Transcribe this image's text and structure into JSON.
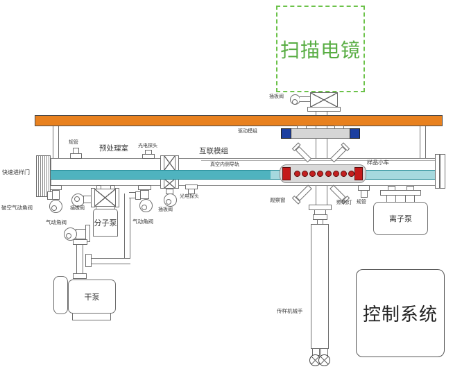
{
  "sem_box": {
    "label": "扫描电镜"
  },
  "top_gate_valve": {
    "label": "插板阀"
  },
  "drive_module": {
    "label": "驱动模组"
  },
  "main_line": {
    "door_label": "快速进样门",
    "pretreatment_label": "预处理室",
    "interconnect_label": "互联模组",
    "rail_label": "真空内侧导轨",
    "cart_label": "样品小车"
  },
  "gauges": {
    "left_label": "规管",
    "right_label": "规管"
  },
  "probes": {
    "top_label": "光电探头",
    "bottom_label": "光电探头"
  },
  "valves": {
    "vent_angle_label": "破空气动角阀",
    "mp_gate_label": "插板阀",
    "mid_gate_label": "插板阀",
    "angle_left_label": "气动角阀",
    "angle_right_label": "气动角阀"
  },
  "pumps": {
    "molecular": "分子泵",
    "dry": "干泵",
    "ion": "离子泵"
  },
  "chamber_ports": {
    "window_label": "观察窗",
    "lamp_label": "照明灯"
  },
  "manipulator": {
    "label": "传样机械手"
  },
  "control_system": {
    "label": "控制系统"
  },
  "cart": {
    "dot_count": 8
  },
  "colors": {
    "table_orange": "#e8811f",
    "rail_teal_dark": "#4fb3bf",
    "rail_teal_light": "#a6d9de",
    "rail_border": "#2b8e9a",
    "sem_green": "#58ad43",
    "module_blue": "#1c3fa0",
    "cart_red": "#c41a1a",
    "plate_gray": "#d6d6d6"
  }
}
